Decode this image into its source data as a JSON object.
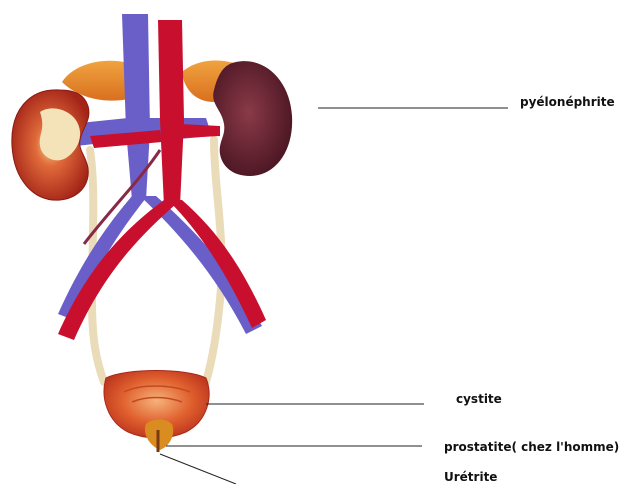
{
  "figure": {
    "labels": {
      "pyelonephrite": "pyélonéphrite",
      "cystite": "cystite",
      "prostatite": "prostatite( chez l'homme)",
      "uretrite": "Urétrite"
    }
  },
  "colors": {
    "vein": "#6a5fc8",
    "artery": "#c8102e",
    "kidney_right_cortex": "#c0392b",
    "kidney_left": "#5e1f2b",
    "ureter": "#eadcb8",
    "bladder": "#d8452a",
    "adrenal": "#e98a2c",
    "prostate": "#d98c1f",
    "leader_line": "#222222"
  }
}
